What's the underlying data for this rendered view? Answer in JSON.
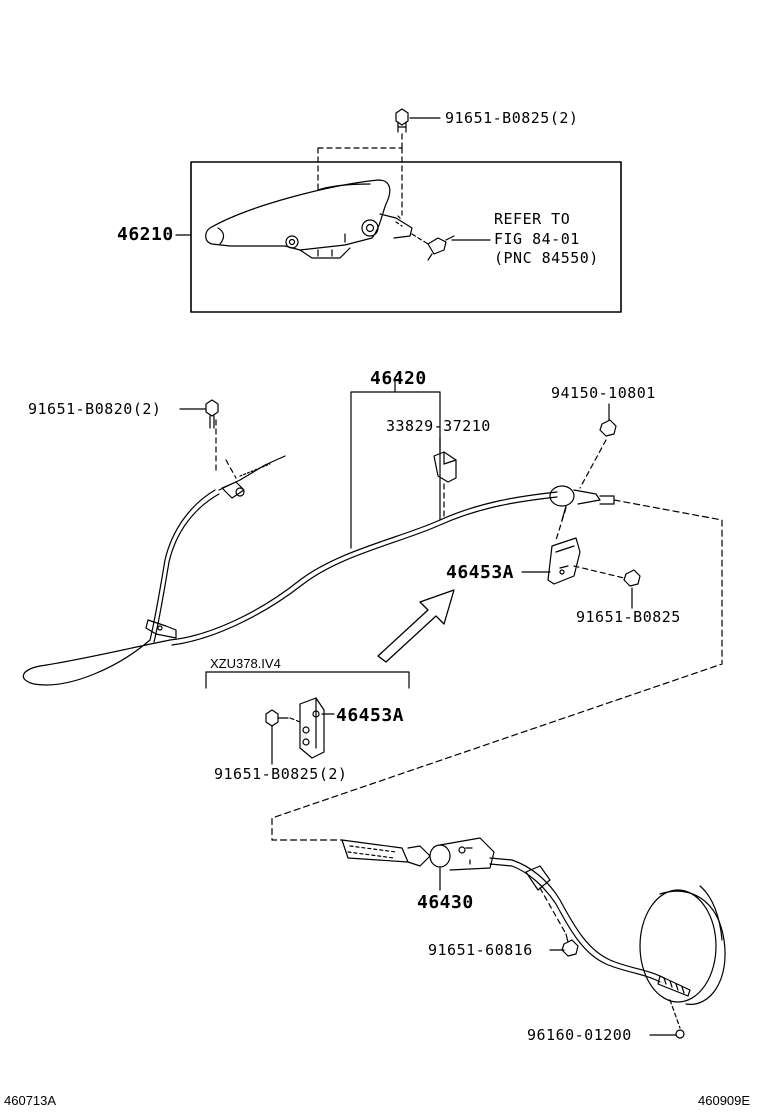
{
  "callouts": {
    "bolt_top": "91651-B0825(2)",
    "lever_assy": "46210",
    "refer_line1": "REFER TO",
    "refer_line2": "FIG 84-01",
    "refer_line3": "(PNC 84550)",
    "cable_no1": "46420",
    "clamp": "33829-37210",
    "bolt_left": "91651-B0820(2)",
    "nut_right": "94150-10801",
    "bracket_upper": "46453A",
    "bolt_bracket_upper": "91651-B0825",
    "variant_tag": "XZU378.IV4",
    "bracket_lower": "46453A",
    "bolt_bracket_lower": "91651-B0825(2)",
    "cable_no3": "46430",
    "bolt_cable3": "91651-60816",
    "clip_drum": "96160-01200",
    "footer_left": "460713A",
    "footer_right": "460909E"
  }
}
